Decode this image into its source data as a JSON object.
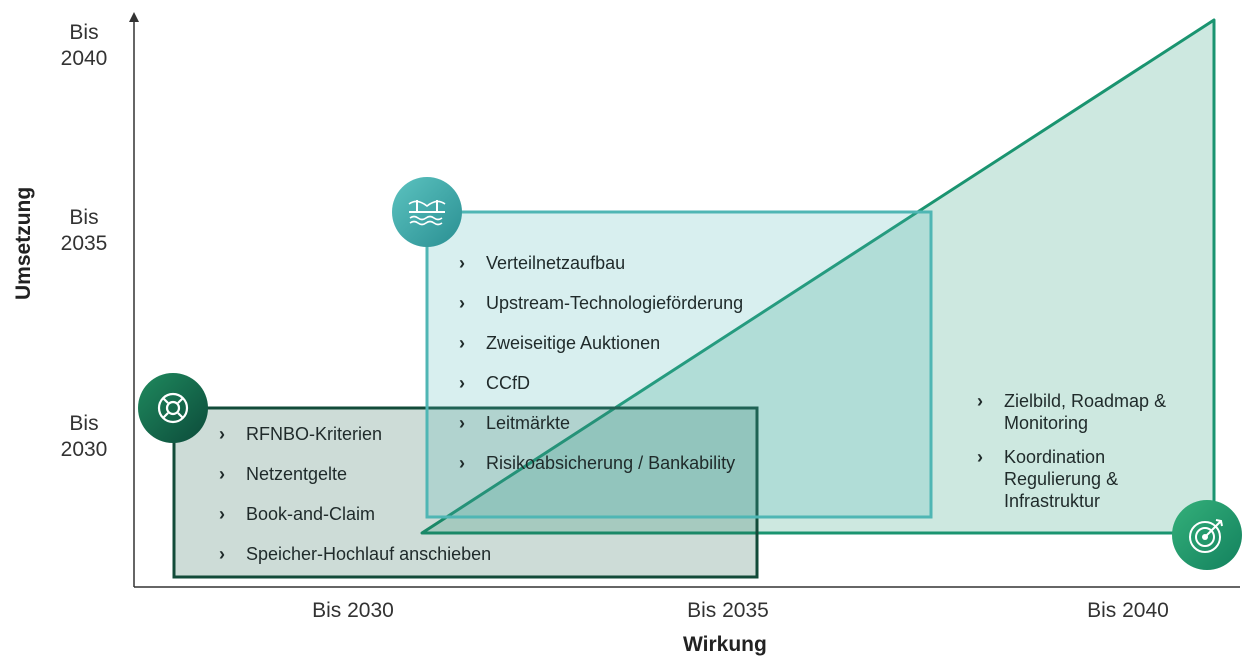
{
  "axes": {
    "y_title": "Umsetzung",
    "x_title": "Wirkung",
    "y_ticks": [
      {
        "line1": "Bis",
        "line2": "2040"
      },
      {
        "line1": "Bis",
        "line2": "2035"
      },
      {
        "line1": "Bis",
        "line2": "2030"
      }
    ],
    "x_ticks": [
      "Bis 2030",
      "Bis 2035",
      "Bis 2040"
    ]
  },
  "groups": {
    "dark_box": {
      "color": "#1b5e48",
      "icon": "lifebuoy-icon",
      "items": [
        "RFNBO-Kriterien",
        "Netzentgelte",
        "Book-and-Claim",
        "Speicher-Hochlauf anschieben"
      ]
    },
    "teal_box": {
      "color": "#4fb6b4",
      "icon": "bridge-icon",
      "items": [
        "Verteilnetzaufbau",
        "Upstream-Technologieförderung",
        "Zweiseitige Auktionen",
        "CCfD",
        "Leitmärkte",
        "Risikoabsicherung / Bankability"
      ]
    },
    "triangle": {
      "color": "#1a9470",
      "icon": "target-icon",
      "items": [
        "Zielbild, Roadmap & Monitoring",
        "Koordination Regulierung & Infrastruktur"
      ]
    }
  },
  "chevron": "›"
}
